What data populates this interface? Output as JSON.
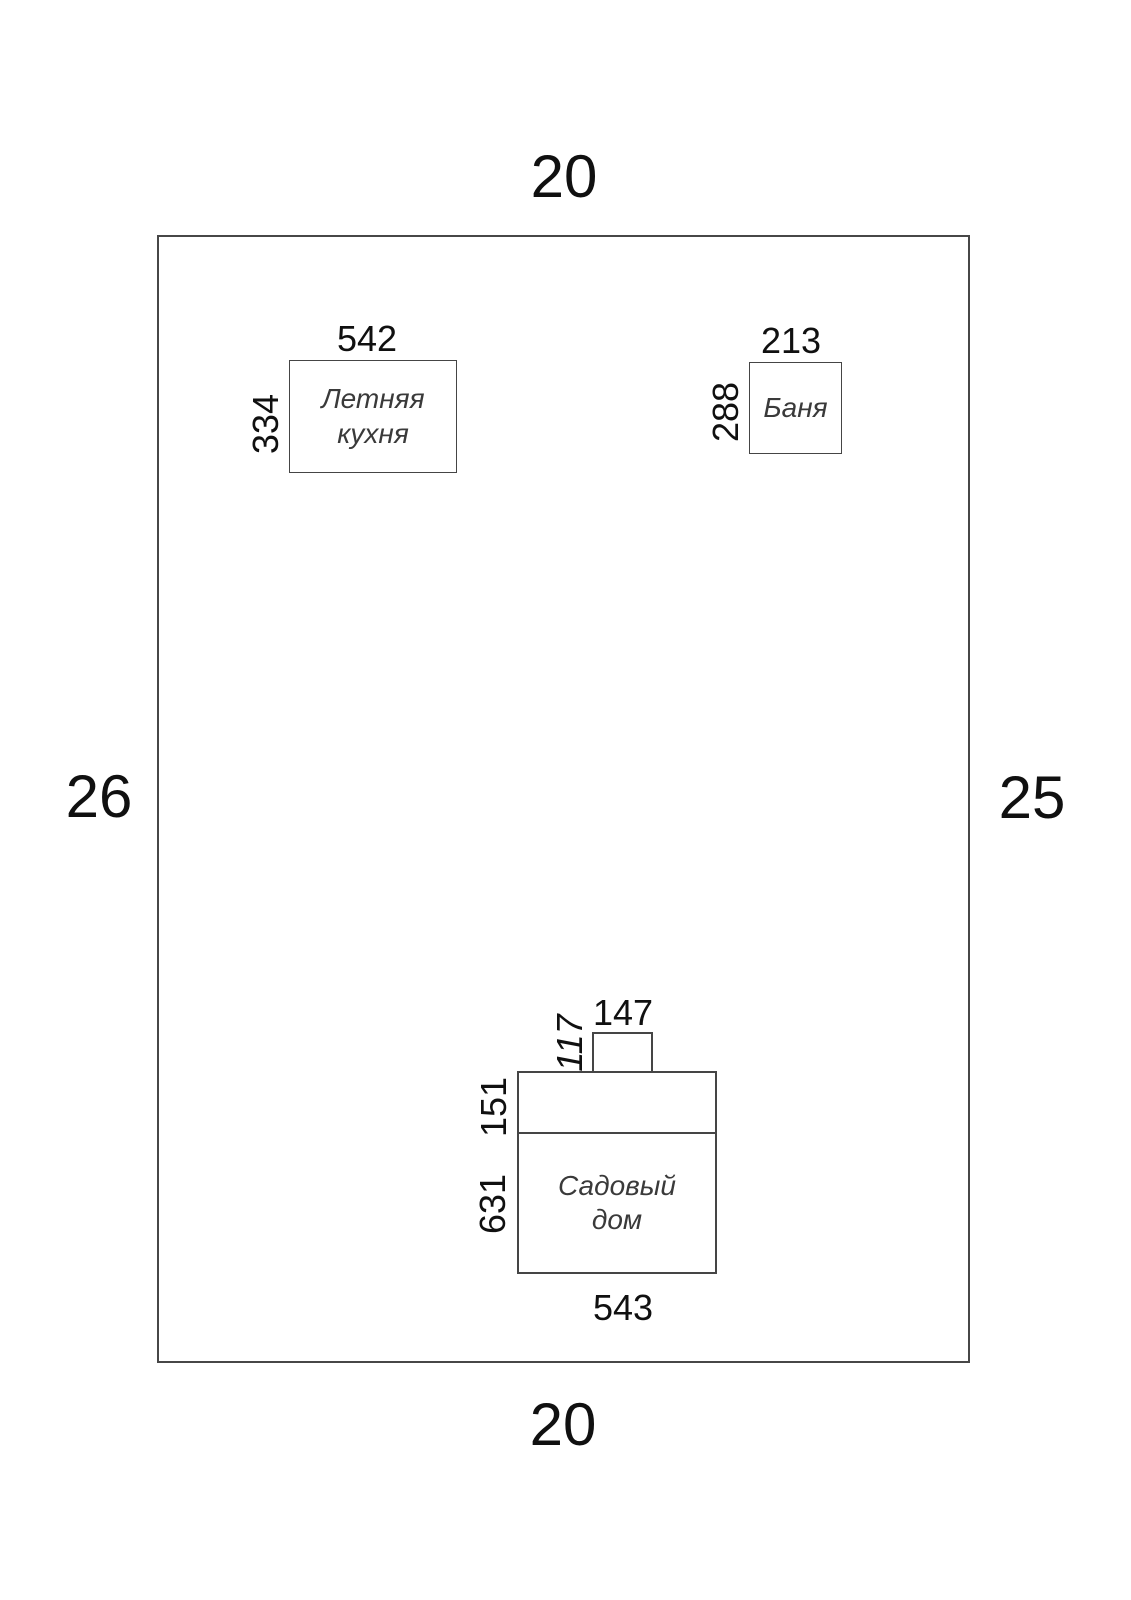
{
  "plot": {
    "top_label": "20",
    "bottom_label": "20",
    "left_label": "26",
    "right_label": "25"
  },
  "summer_kitchen": {
    "name_line1": "Летняя",
    "name_line2": "кухня",
    "width_label": "542",
    "height_label": "334"
  },
  "bathhouse": {
    "name": "Баня",
    "width_label": "213",
    "height_label": "288"
  },
  "garden_house": {
    "name_line1": "Садовый",
    "name_line2": "дом",
    "porch_width_label": "147",
    "porch_depth_label": "117",
    "veranda_depth_label": "151",
    "house_depth_label": "631",
    "house_width_label": "543"
  },
  "colors": {
    "background": "#ffffff",
    "line": "#474747",
    "dimension_text": "#101010",
    "building_name_text": "#3a3a3a"
  }
}
